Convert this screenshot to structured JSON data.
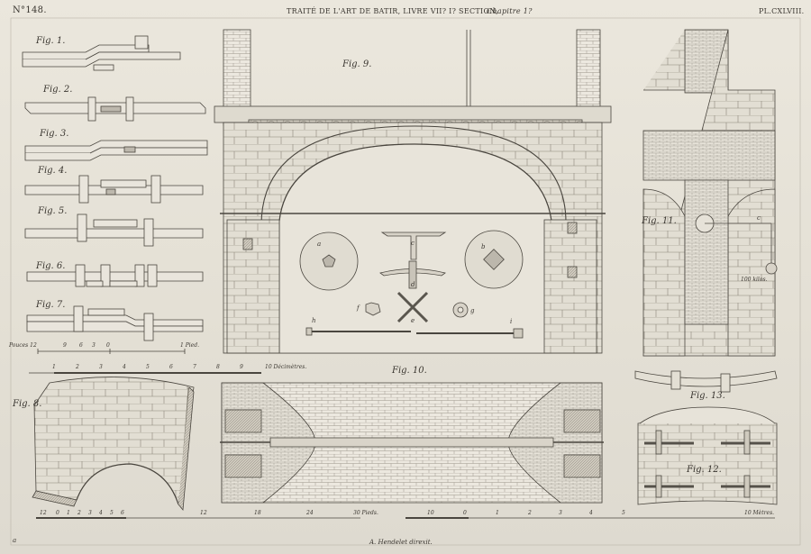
{
  "header": {
    "plate_number": "N°148.",
    "title": "TRAITÉ DE L'ART DE BATIR, LIVRE VII? I? SECTION,",
    "chapter": "Chapitre 1?",
    "plate_code": "PL.CXLVIII."
  },
  "figures": {
    "fig1": "Fig. 1.",
    "fig2": "Fig. 2.",
    "fig3": "Fig. 3.",
    "fig4": "Fig. 4.",
    "fig5": "Fig. 5.",
    "fig6": "Fig. 6.",
    "fig7": "Fig. 7.",
    "fig8": "Fig. 8.",
    "fig9": "Fig. 9.",
    "fig10": "Fig. 10.",
    "fig11": "Fig. 11.",
    "fig12": "Fig. 12.",
    "fig13": "Fig. 13."
  },
  "part_labels": [
    "a",
    "b",
    "c",
    "d",
    "e",
    "f",
    "g",
    "h",
    "i"
  ],
  "weight_label": "100 kilos.",
  "weight_letter": "c",
  "scales": {
    "pouces_label": "Pouces 12",
    "pouces_ticks": [
      "9",
      "6",
      "3",
      "0"
    ],
    "pied_label": "1 Pied.",
    "decimetre_ticks": [
      "1",
      "2",
      "3",
      "4",
      "5",
      "6",
      "7",
      "8",
      "9"
    ],
    "decimetre_label": "10 Décimètres.",
    "pieds_ticks": [
      "12",
      "0",
      "1",
      "2",
      "3",
      "4",
      "5",
      "6",
      "12",
      "18",
      "24"
    ],
    "pieds_label": "30 Pieds.",
    "metres_ticks": [
      "10",
      "0",
      "1",
      "2",
      "3",
      "4",
      "5"
    ],
    "metres_label": "10 Mètres."
  },
  "footer": {
    "engraver": "A. Hendelet direxit.",
    "corner_mark": "a"
  }
}
